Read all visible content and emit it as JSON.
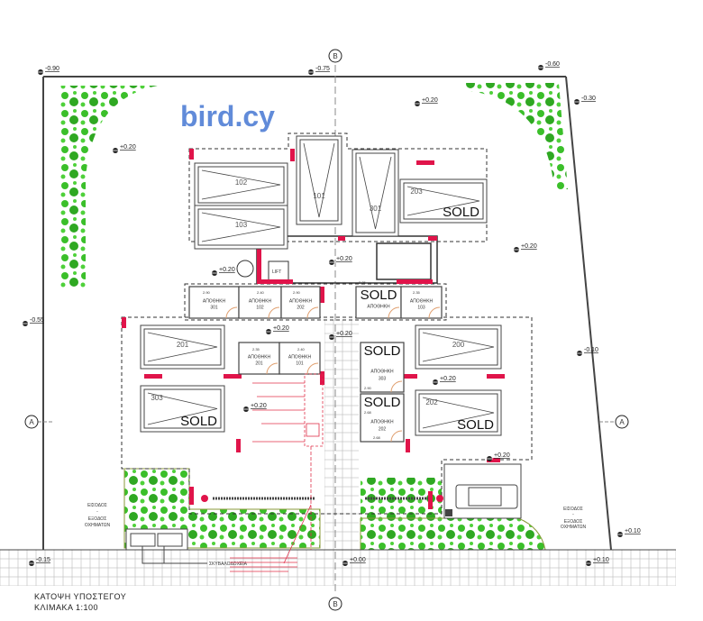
{
  "plan": {
    "title": "ΚΑΤΟΨΗ ΥΠΟΣΤΕΓΟΥ",
    "scale": "ΚΛΙΜΑΚΑ  1:100",
    "watermark": "bird.cy",
    "axis_b": "B",
    "axis_a": "A",
    "sold_label": "SOLD",
    "entrance_left": [
      "ΕΙΣΟΔΟΣ",
      "-",
      "ΕΞΟΔΟΣ",
      "ΟΧΗΜΑΤΩΝ"
    ],
    "entrance_right": [
      "ΕΙΣΟΔΟΣ",
      "-",
      "ΕΞΟΔΟΣ",
      "ΟΧΗΜΑΤΩΝ"
    ],
    "bins_label": "ΣΚΥΒΑΛΟΔΟΧΕΙΑ",
    "lift_label": "LIFT",
    "levels": [
      "-0.90",
      "-0.75",
      "-0.60",
      "-0.30",
      "+0.20",
      "+0.20",
      "+0.20",
      "+0.20",
      "+0.20",
      "-0.55",
      "+0.20",
      "+0.20",
      "-0.10",
      "+0.20",
      "+0.20",
      "+0.20",
      "-0.15",
      "+0.00",
      "+0.10",
      "+0.10"
    ],
    "parking": [
      "102",
      "103",
      "101",
      "301",
      "203",
      "201",
      "303",
      "200",
      "202"
    ],
    "storage_word": "ΑΠΟΘΗΚΗ",
    "storage": [
      "301",
      "102",
      "202",
      "",
      "103",
      "201",
      "101",
      "303",
      "202"
    ],
    "dims": [
      "2.90",
      "2.40",
      "2.90",
      "2.35",
      "2.35",
      "2.35",
      "2.40",
      "2.90",
      "2.68",
      "2.68"
    ]
  }
}
